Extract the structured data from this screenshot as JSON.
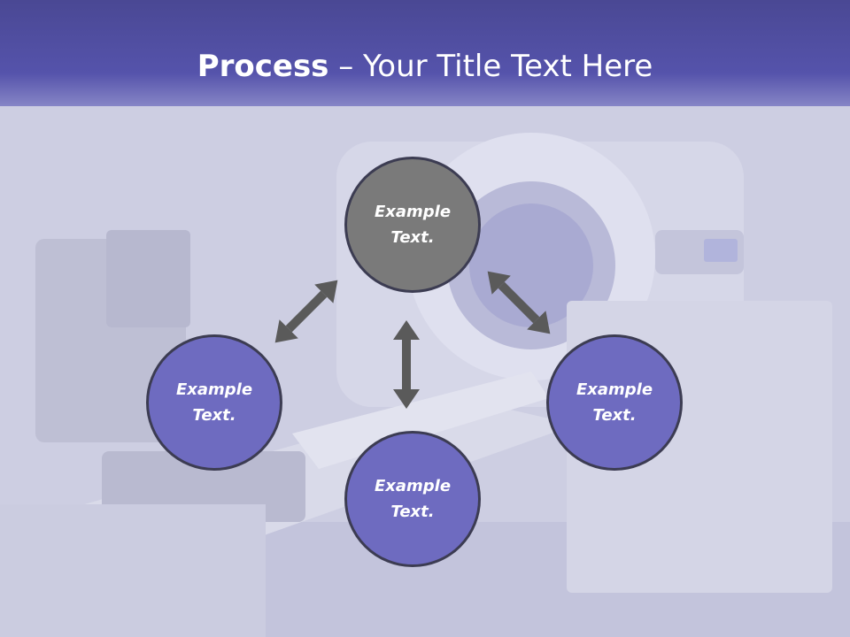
{
  "slide": {
    "title_bold": "Process",
    "title_rest": " – Your Title Text Here"
  },
  "nodes": [
    {
      "label_line1": "Example",
      "label_line2": "Text.",
      "color": "#7a7a7a"
    },
    {
      "label_line1": "Example",
      "label_line2": "Text.",
      "color": "#6e6bc0"
    },
    {
      "label_line1": "Example",
      "label_line2": "Text.",
      "color": "#6e6bc0"
    },
    {
      "label_line1": "Example",
      "label_line2": "Text.",
      "color": "#6e6bc0"
    }
  ],
  "colors": {
    "header": "#5553ab",
    "arrow": "#5a5a5a",
    "node_border": "#3c3c52"
  }
}
